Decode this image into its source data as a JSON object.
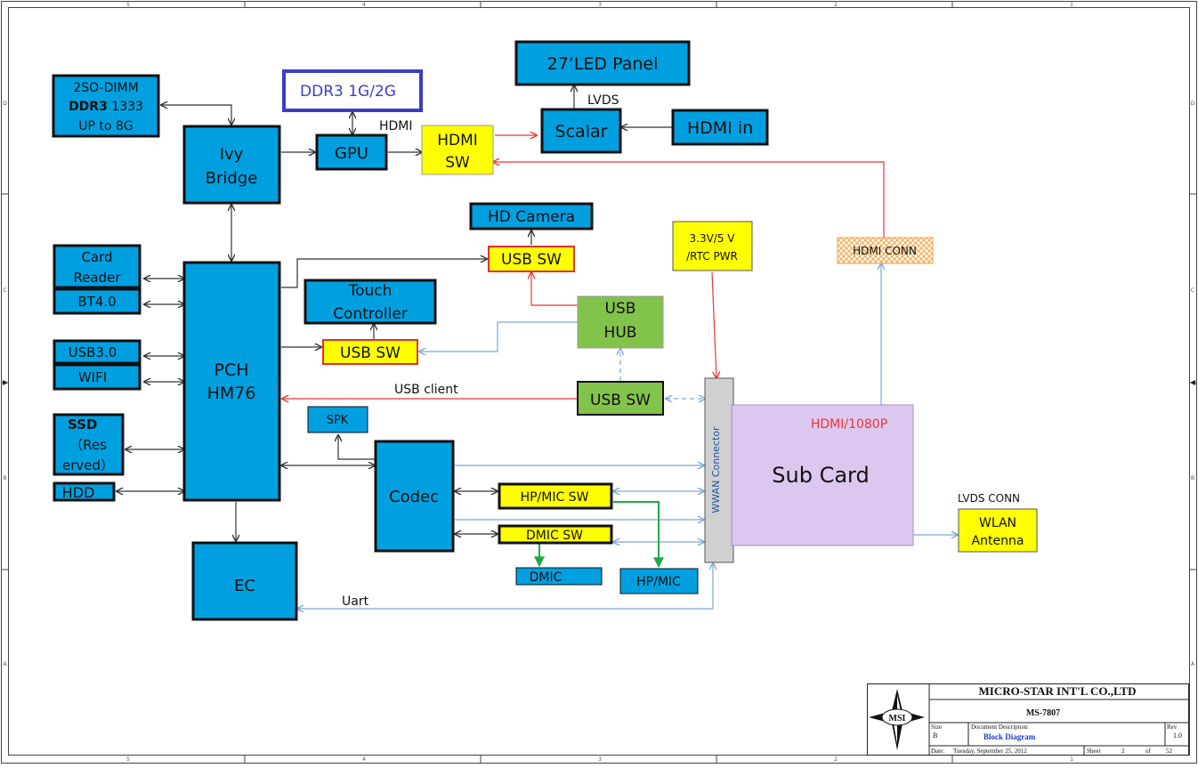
{
  "frame": {
    "top_ruler": [
      "5",
      "4",
      "3",
      "2",
      "1"
    ],
    "bottom_ruler": [
      "5",
      "4",
      "3",
      "2",
      "1"
    ],
    "side_ruler": [
      "D",
      "C",
      "B",
      "A"
    ]
  },
  "blocks": {
    "sodimm": [
      "2SO-DIMM",
      "1333",
      "UP to 8G"
    ],
    "sodimm_bold": "DDR3",
    "ddr3_vram": "DDR3 1G/2G",
    "ivy_bridge": [
      "Ivy",
      "Bridge"
    ],
    "gpu": "GPU",
    "hdmi_sw": [
      "HDMI",
      "SW"
    ],
    "led_panel": "27’LED Panel",
    "scalar": "Scalar",
    "hdmi_in": "HDMI in",
    "hd_camera": "HD Camera",
    "usb_sw_camera": "USB SW",
    "power_note": [
      "3.3V/5 V",
      "/RTC PWR"
    ],
    "hdmi_conn": "HDMI CONN",
    "card_reader": [
      "Card",
      "Reader"
    ],
    "bt": "BT4.0",
    "touch_controller": [
      "Touch",
      "Controller"
    ],
    "usb_hub": [
      "USB",
      "HUB"
    ],
    "usb_sw_touch": "USB SW",
    "usb3": "USB3.0",
    "wifi": "WIFI",
    "pch": [
      "PCH",
      "HM76"
    ],
    "usb_sw_client": "USB SW",
    "ssd": [
      "SSD",
      "（Res",
      "erved）"
    ],
    "hdd": "HDD",
    "spk": "SPK",
    "codec": "Codec",
    "hp_mic_sw": "HP/MIC SW",
    "dmic_sw": "DMIC SW",
    "dmic": "DMIC",
    "hp_mic": "HP/MIC",
    "ec": "EC",
    "wwan_connector": "WWAN Connector",
    "sub_card": "Sub Card",
    "sub_card_note": "HDMI/1080P",
    "lvds_conn": "LVDS CONN",
    "wlan_antenna": [
      "WLAN",
      "Antenna"
    ]
  },
  "labels": {
    "hdmi": "HDMI",
    "lvds": "LVDS",
    "usb_client": "USB client",
    "uart": "Uart"
  },
  "colors": {
    "block_blue": "#00a0e0",
    "yellow": "#ffff00",
    "green": "#82c34b",
    "sub_card": "#dcc8ee",
    "red_line": "#ee3333",
    "blue_line": "#7aa6d6",
    "green_line": "#22aa44",
    "vram_border": "#3c3cc8"
  },
  "title_block": {
    "company": "MICRO-STAR INT'L CO.,LTD",
    "logo": "MSI",
    "doc_number": "MS-7807",
    "size_label": "Size",
    "size_value": "B",
    "desc_label": "Document Description",
    "desc_value": "Block Diagram",
    "rev_label": "Rev",
    "rev_value": "1.0",
    "date_label": "Date:",
    "date_value": "Tuesday, September 25, 2012",
    "sheet_label": "Sheet",
    "sheet_value": "2",
    "of_label": "of",
    "total_sheets": "52"
  }
}
